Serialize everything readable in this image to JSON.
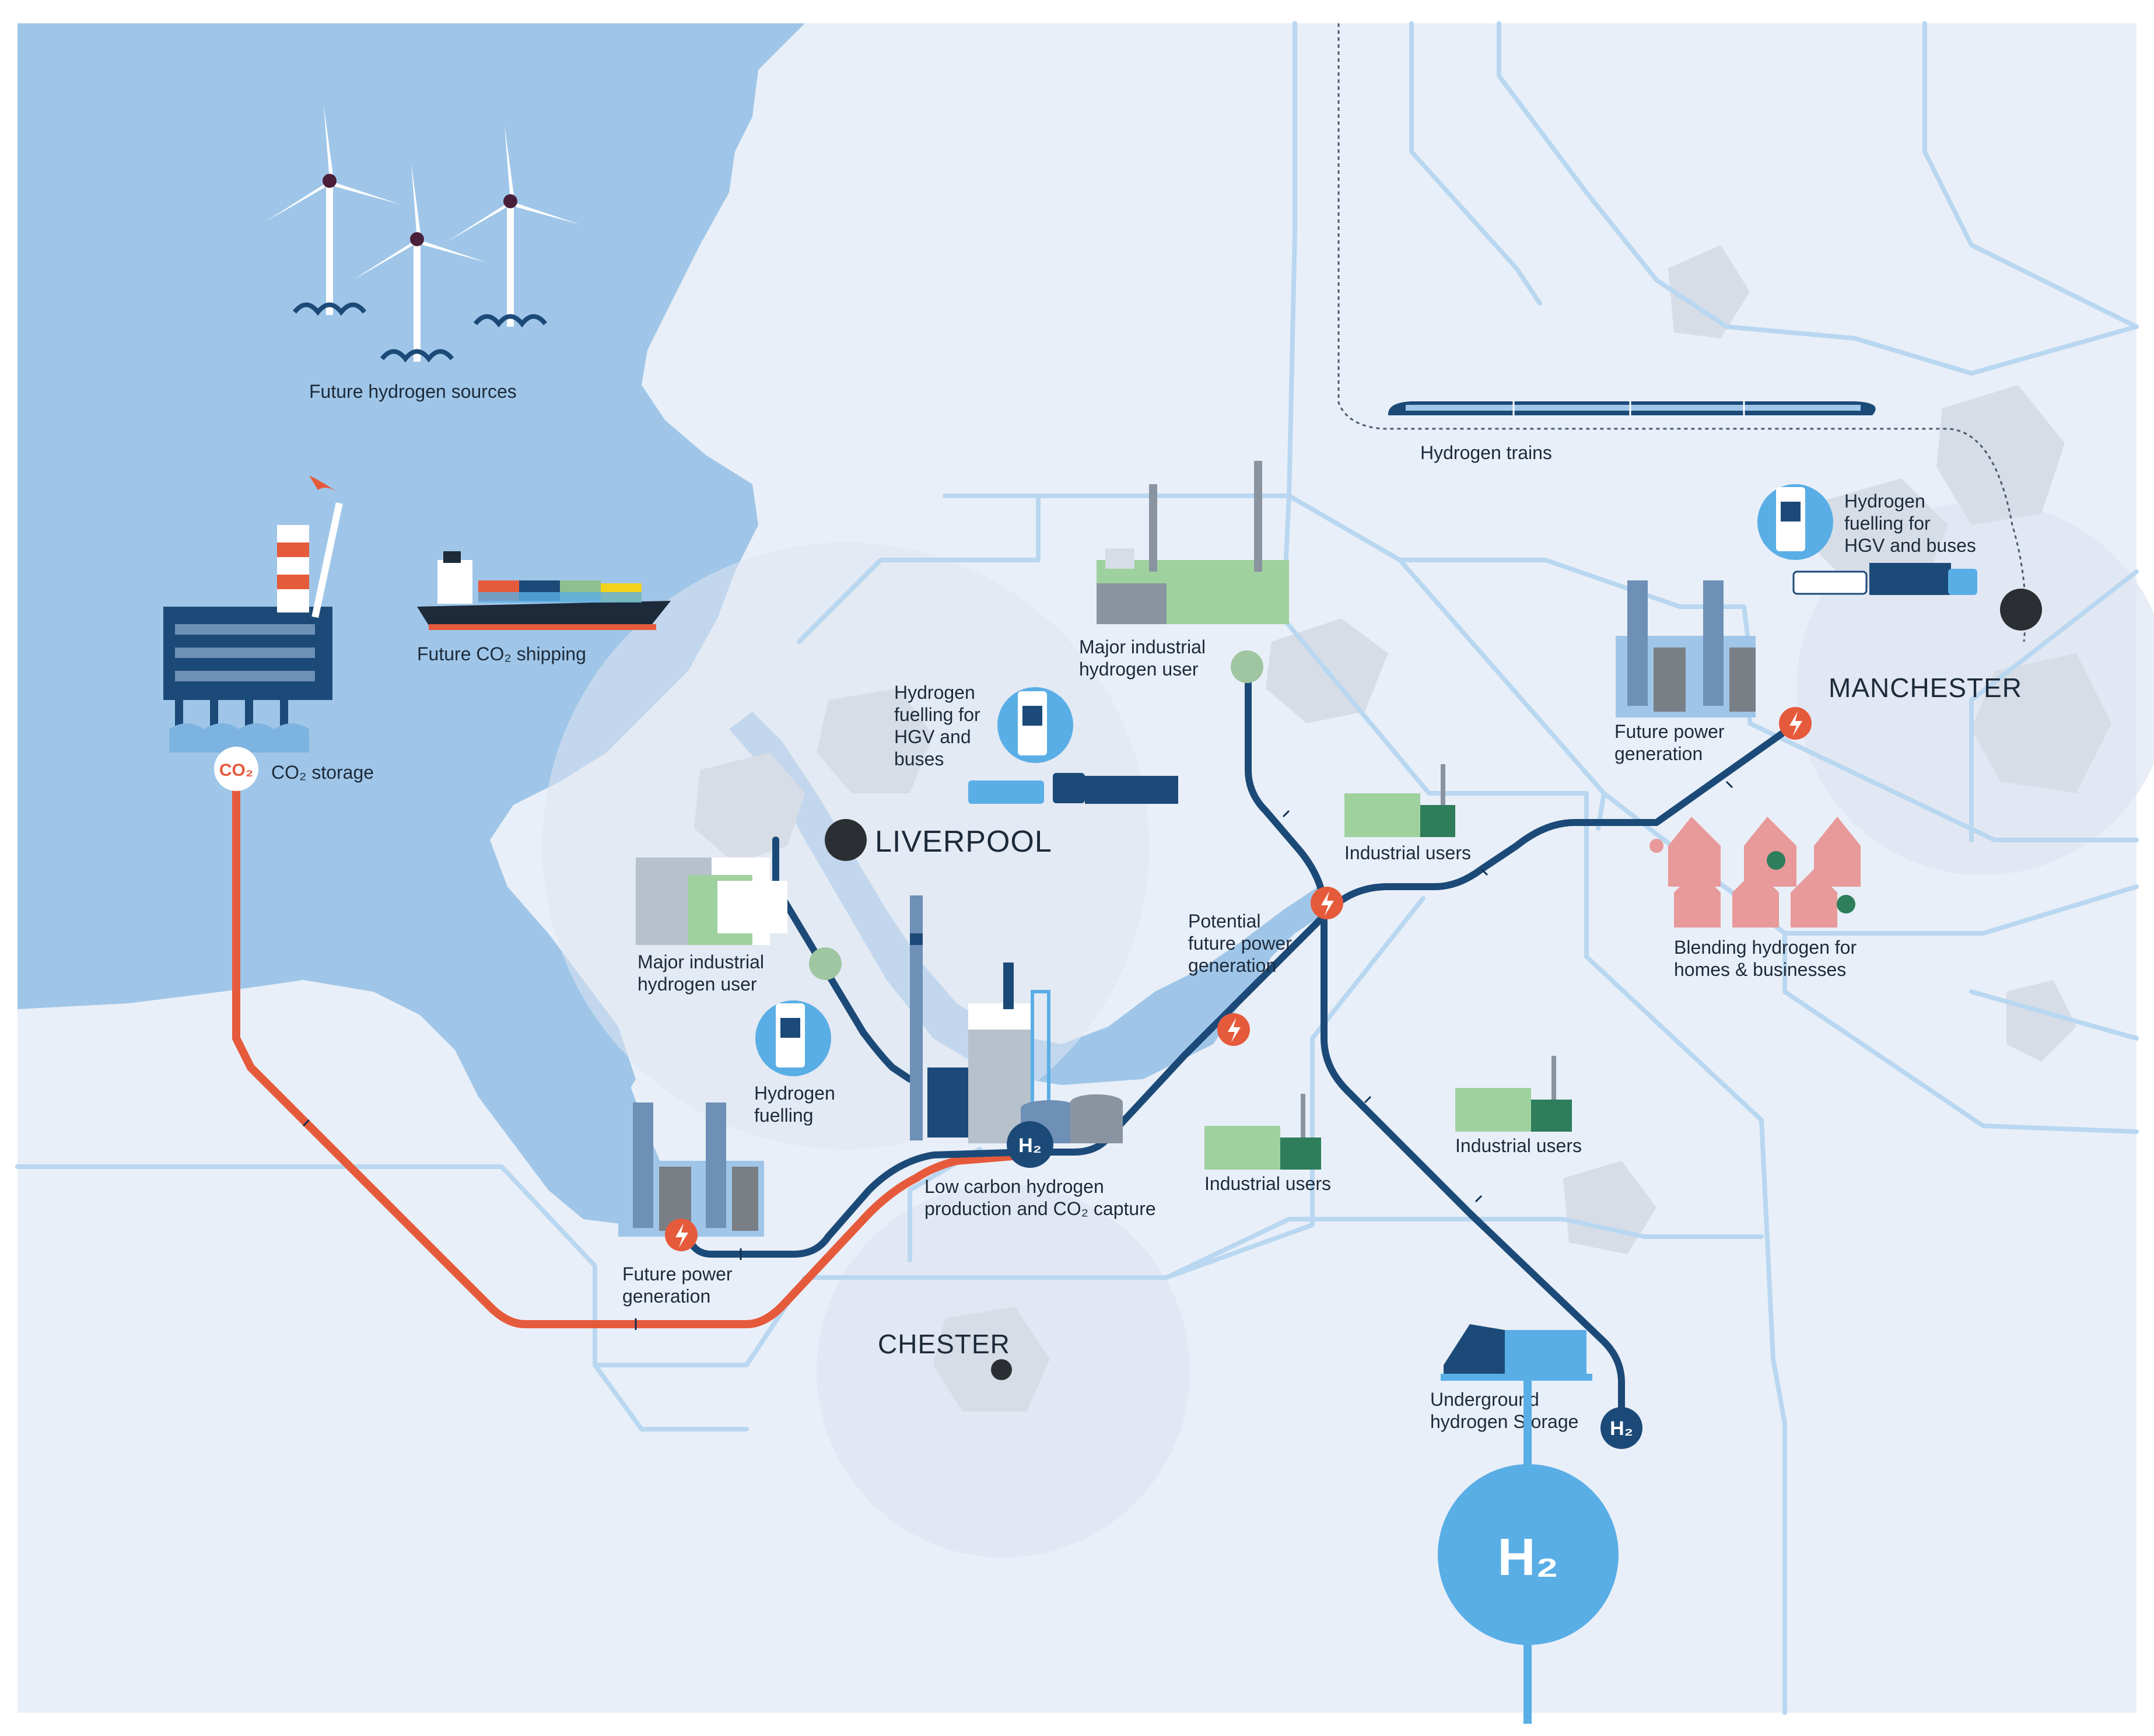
{
  "colors": {
    "land": "#e9eff8",
    "sea": "#9fc6e8",
    "sea_dark": "#7db3e0",
    "road": "#b9d7f0",
    "urban": "#d7dde6",
    "city_halo": "#dfe6f1",
    "h2_pipeline": "#1c4a78",
    "co2_pipeline": "#e65a3c",
    "accent_green": "#8fbf8f",
    "accent_blue": "#5aaee6",
    "dot_dark": "#2b2f33",
    "power_marker": "#e65a3c"
  },
  "cities": {
    "liverpool": "LIVERPOOL",
    "manchester": "MANCHESTER",
    "chester": "CHESTER"
  },
  "labels": {
    "future_hydrogen_sources": "Future hydrogen sources",
    "future_co2_shipping": "Future CO₂ shipping",
    "co2_storage": "CO₂ storage",
    "co2_badge": "CO₂",
    "major_industrial_user_top_line1": "Major industrial",
    "major_industrial_user_top_line2": "hydrogen user",
    "major_industrial_user_left_line1": "Major industrial",
    "major_industrial_user_left_line2": "hydrogen user",
    "hydrogen_fuelling_hgv_left_line1": "Hydrogen",
    "hydrogen_fuelling_hgv_left_line2": "fuelling for",
    "hydrogen_fuelling_hgv_left_line3": "HGV and",
    "hydrogen_fuelling_hgv_left_line4": "buses",
    "hydrogen_fuelling_hgv_right_line1": "Hydrogen",
    "hydrogen_fuelling_hgv_right_line2": "fuelling for",
    "hydrogen_fuelling_hgv_right_line3": "HGV and buses",
    "hydrogen_trains": "Hydrogen trains",
    "future_power_generation_right_line1": "Future power",
    "future_power_generation_right_line2": "generation",
    "future_power_generation_left_line1": "Future power",
    "future_power_generation_left_line2": "generation",
    "industrial_users_1": "Industrial users",
    "industrial_users_2": "Industrial users",
    "industrial_users_3": "Industrial users",
    "potential_future_power_line1": "Potential",
    "potential_future_power_line2": "future power",
    "potential_future_power_line3": "generation",
    "blending_line1": "Blending hydrogen for",
    "blending_line2": "homes & businesses",
    "hydrogen_fuelling_line1": "Hydrogen",
    "hydrogen_fuelling_line2": "fuelling",
    "low_carbon_line1": "Low carbon hydrogen",
    "low_carbon_line2": "production and CO₂ capture",
    "underground_storage_line1": "Underground",
    "underground_storage_line2": "hydrogen Storage",
    "h2_badge": "H₂",
    "h2_big": "H₂"
  }
}
